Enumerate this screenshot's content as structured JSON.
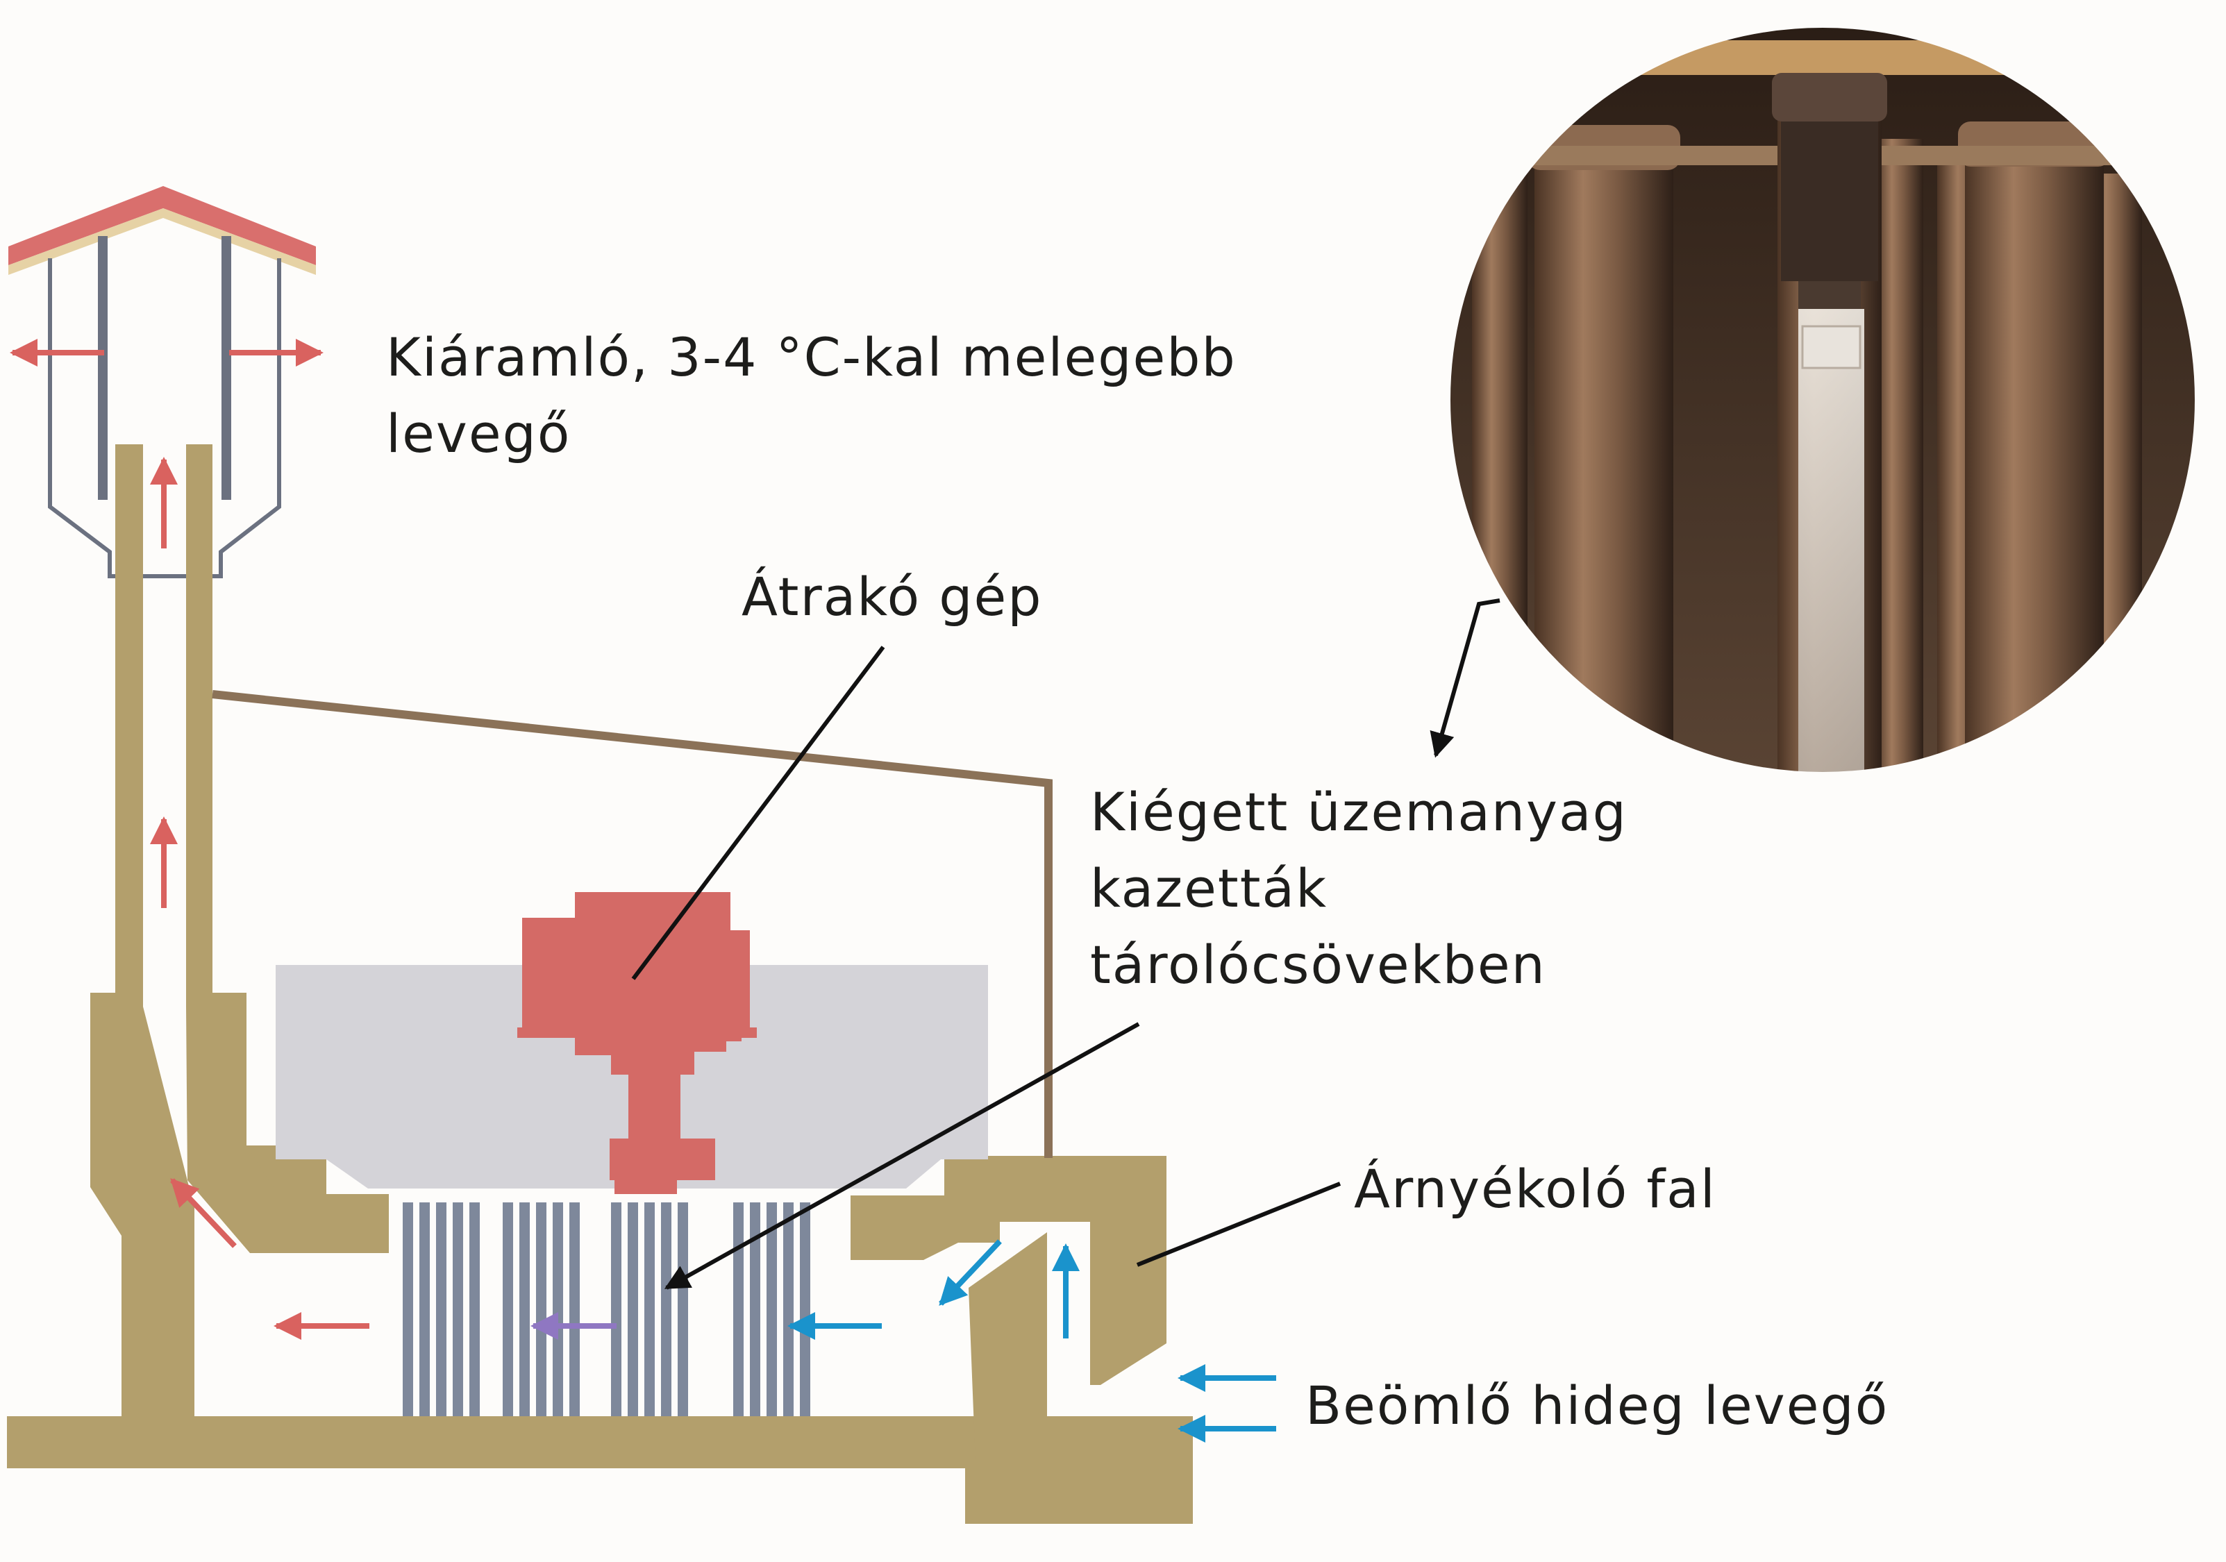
{
  "labels": {
    "outflow_air": [
      "Kiáramló, 3-4 °C-kal melegebb",
      "levegő"
    ],
    "transfer_machine": "Átrakó gép",
    "spent_fuel": [
      "Kiégett üzemanyag",
      "kazetták",
      "tárolócsövekben"
    ],
    "shield_wall": "Árnyékoló fal",
    "inflow_air": "Beömlő hideg levegő"
  },
  "colors": {
    "concrete": "#b39f6c",
    "roof": "#d96f6d",
    "machine": "#d46a66",
    "hall_wall": "#8b7258",
    "crane_body": "#d4d3d8",
    "fuel_tubes": "#7e889b",
    "hot_air_arrow": "#d9625f",
    "cold_air_arrow": "#1a93cc",
    "mixed_air_arrow": "#8f77c2",
    "leader_line": "#111111",
    "chimney_line": "#6b7180"
  }
}
